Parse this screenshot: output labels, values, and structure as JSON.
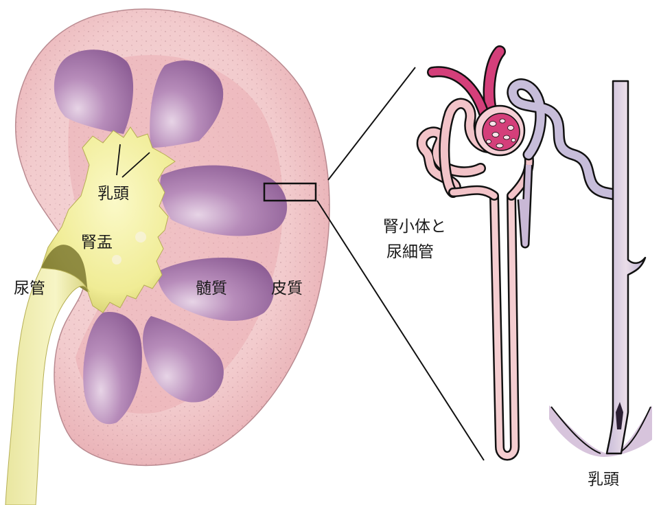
{
  "labels": {
    "papilla": "乳頭",
    "renal_pelvis": "腎盂",
    "ureter": "尿管",
    "medulla": "髄質",
    "cortex": "皮質",
    "nephron_line1": "腎小体と",
    "nephron_line2": "尿細管",
    "papilla_detail": "乳頭"
  },
  "colors": {
    "cortex_fill": "#f3cdd0",
    "cortex_edge": "#c98f98",
    "pyramid": "#a87aac",
    "pyramid_light": "#d7bcd8",
    "pelvis": "#f2ef9c",
    "pelvis_shadow": "#7d7a30",
    "capillary": "#d43f7a",
    "tubule_pink": "#f0c0c6",
    "tubule_blue": "#b9b3d3",
    "outline": "#111111"
  }
}
